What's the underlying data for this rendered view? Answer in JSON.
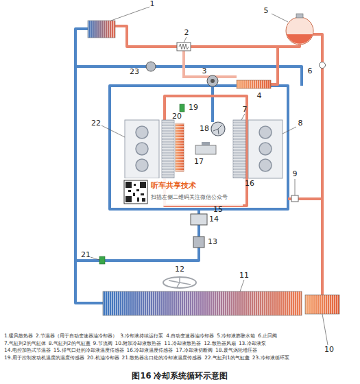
{
  "diagram": {
    "caption": "图16 冷却系统循环示意图",
    "labels": [
      "1",
      "2",
      "3",
      "4",
      "5",
      "6",
      "7",
      "8",
      "9",
      "10",
      "11",
      "12",
      "13",
      "14",
      "15",
      "16",
      "17",
      "18",
      "19",
      "20",
      "21",
      "22",
      "23",
      "听车共享技术",
      "扫描左侧二维码关注微信公众号",
      "1.暖风散热器",
      "2.节温器（用于自动变速器油冷却器）",
      "3.冷却液持续运行泵",
      "4.自动变速器油冷却器",
      "5.冷却液膨胀水箱",
      "6.止回阀",
      "7.气缸列2的气缸体",
      "8.气缸列2的气缸盖",
      "9.节流阀",
      "10.附加冷却液散热器",
      "11.冷却液散热器",
      "12.散热器风扇",
      "13.冷却液泵",
      "14.电控加热式节温器",
      "15.排气口处的冷却液温度传感器",
      "16.冷却液温度传感器",
      "17.冷却液切断阀",
      "18.废气涡轮增压器",
      "19.用于控制发动机温度的温度传感器",
      "20.机油冷却器",
      "21.散热器出口处的冷却液温度传感器",
      "22.气缸列1的气缸盖",
      "23.冷却液循环泵"
    ]
  }
}
